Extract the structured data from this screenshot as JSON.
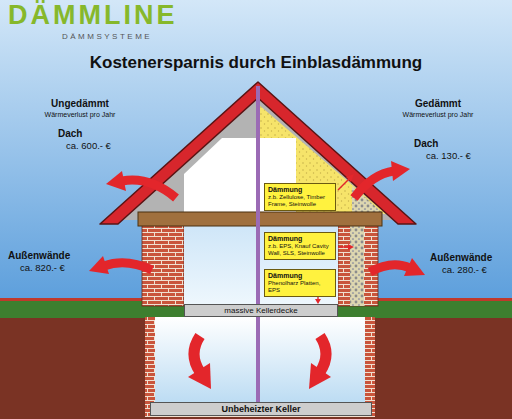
{
  "diagram": {
    "title": "Kostenersparnis durch Einblasdämmung",
    "nodes": [
      {
        "text": [
          "Dämmung",
          "z.b. Zellulose, Timber Frame, Steinwolle"
        ]
      },
      {
        "text": [
          "Dämmung",
          "z.b. EPS, Knauf Cavity Wall, SLS, Steinwolle"
        ]
      },
      {
        "text": [
          "Dämmung",
          "Phenolharz Platten, EPS"
        ]
      },
      {
        "text": [
          "massive Kellerdecke"
        ]
      },
      {
        "text": [
          "Unbeheizter Keller"
        ]
      }
    ],
    "labels": [
      "DÄMMLINE",
      "DÄMMSYSTEME",
      "Ungedämmt",
      "Wärmeverlust pro Jahr",
      "Gedämmt",
      "Wärmeverlust pro Jahr",
      "Dach",
      "ca. 600.- €",
      "Dach",
      "ca. 130.- €",
      "Außenwände",
      "ca. 820.- €",
      "Außenwände",
      "ca. 280.- €"
    ]
  }
}
